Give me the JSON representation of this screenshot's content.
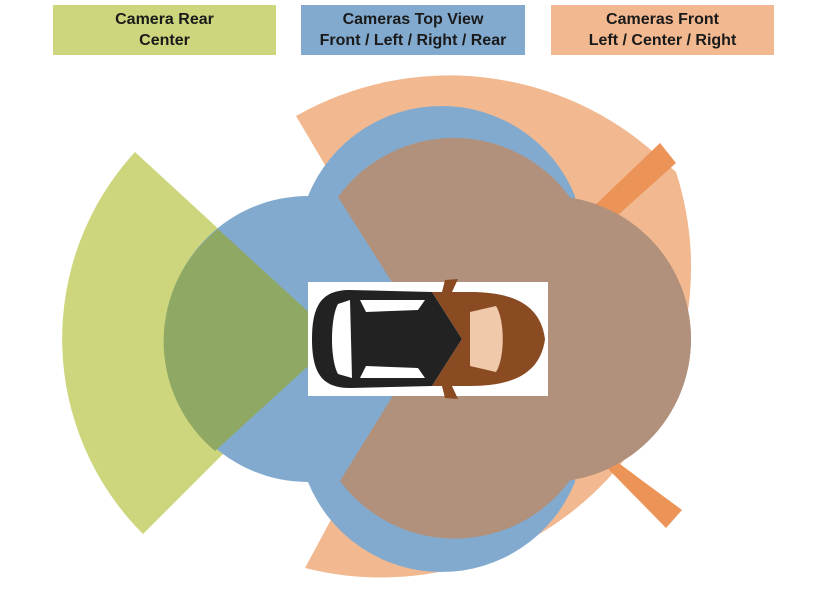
{
  "legend": [
    {
      "id": "rear",
      "line1": "Camera Rear",
      "line2": "Center",
      "color": "#cdd67c"
    },
    {
      "id": "top",
      "line1": "Cameras Top View",
      "line2": "Front / Left / Right / Rear",
      "color": "#82aacf"
    },
    {
      "id": "front",
      "line1": "Cameras Front",
      "line2": "Left / Center / Right",
      "color": "#f2b890"
    }
  ],
  "colors": {
    "rear_zone": "#cdd67c",
    "rear_overlap": "#8fa965",
    "top_view": "#82aacf",
    "top_view_dark": "#3f7fb7",
    "front_wide": "#f2b890",
    "front_narrow": "#ec9357",
    "front_overlap": "#b1917b",
    "front_overlap_dark": "#8e7464",
    "car_front_half": "#8a4b22",
    "car_rear_half": "#222222"
  },
  "icons": {
    "vehicle": "car-top-view-icon"
  }
}
